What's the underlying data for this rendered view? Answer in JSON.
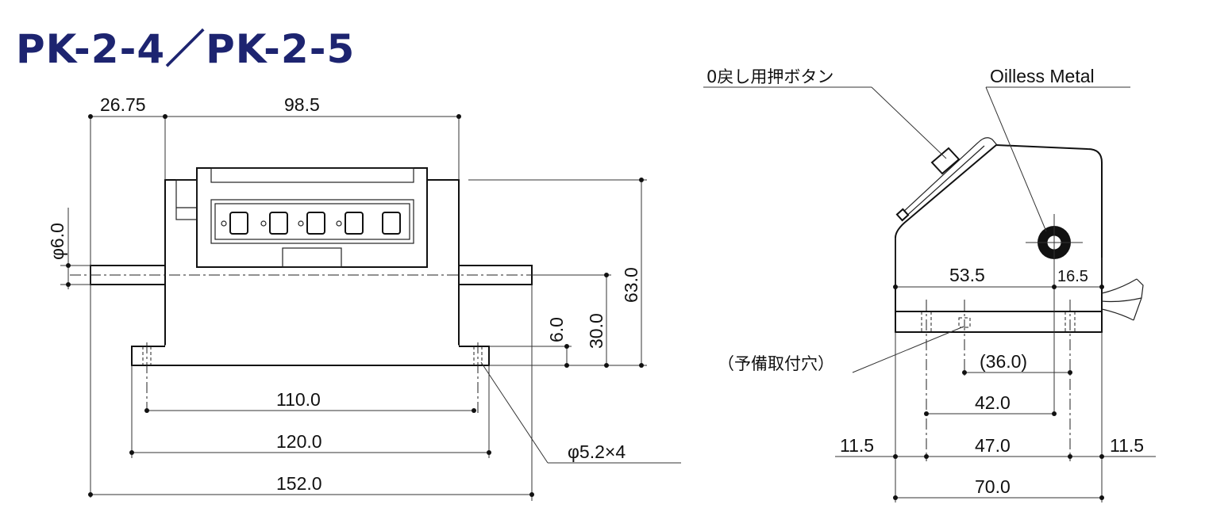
{
  "title": "PK-2-4／PK-2-5",
  "front_view": {
    "dims": {
      "d1": "26.75",
      "d2": "98.5",
      "d3": "φ6.0",
      "d4": "63.0",
      "d5": "6.0",
      "d6": "30.0",
      "d7": "110.0",
      "d8": "120.0",
      "d9": "152.0",
      "d10": "φ5.2×4"
    }
  },
  "side_view": {
    "labels": {
      "reset_button": "0戻し用押ボタン",
      "oilless_metal": "Oilless Metal",
      "spare_holes": "（予備取付穴）"
    },
    "dims": {
      "d1": "53.5",
      "d2": "16.5",
      "d3": "(36.0)",
      "d4": "42.0",
      "d5": "11.5",
      "d6": "47.0",
      "d7": "11.5",
      "d8": "70.0"
    }
  }
}
